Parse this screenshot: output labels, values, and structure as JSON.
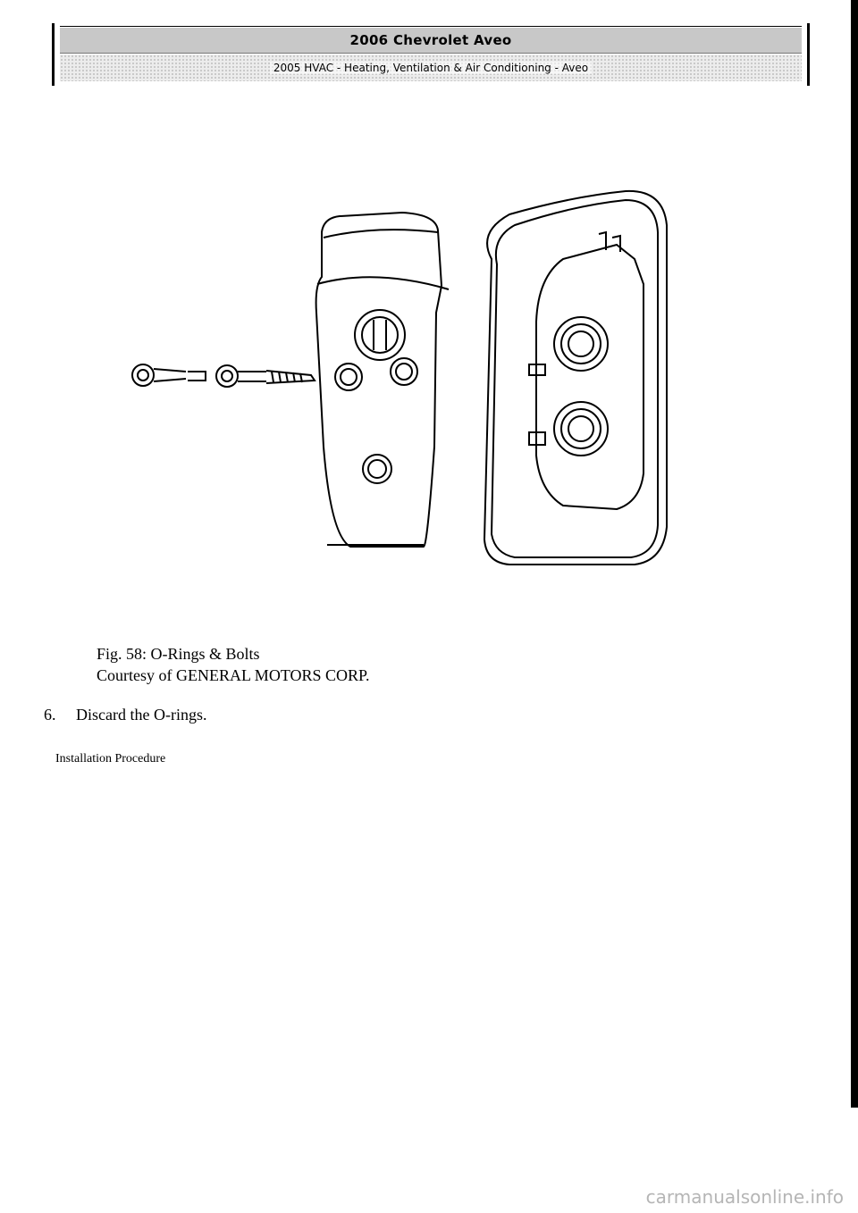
{
  "header": {
    "title": "2006 Chevrolet Aveo",
    "subtitle": "2005 HVAC - Heating, Ventilation & Air Conditioning - Aveo"
  },
  "figure": {
    "caption_line1": "Fig. 58: O-Rings & Bolts",
    "caption_line2": "Courtesy of GENERAL MOTORS CORP."
  },
  "steps": [
    {
      "number": "6.",
      "text": "Discard the O-rings."
    }
  ],
  "section_heading": "Installation Procedure",
  "watermark": "carmanualsonline.info"
}
